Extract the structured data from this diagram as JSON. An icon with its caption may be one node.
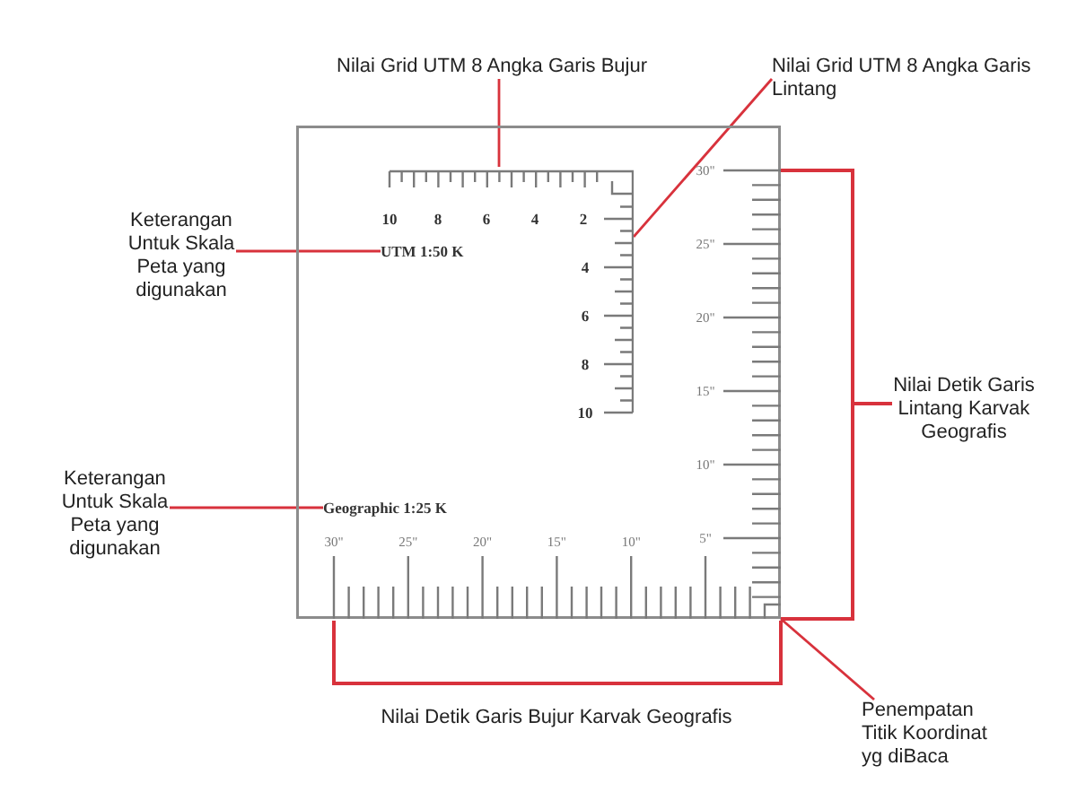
{
  "diagram": {
    "nodes": [
      {
        "text": [
          "Nilai Grid UTM 8 Angka Garis Bujur"
        ]
      },
      {
        "text": [
          "Nilai Grid UTM 8 Angka Garis Lintang"
        ]
      },
      {
        "text": [],
        "shape": "box"
      },
      {
        "text": [
          "10",
          "8",
          "6",
          "4",
          "2"
        ],
        "in": 2
      },
      {
        "text": [
          "4",
          "6",
          "8",
          "10"
        ],
        "in": 2
      },
      {
        "text": [
          "Keterangan Untuk Skala Peta yang digunakan"
        ]
      },
      {
        "text": [
          "UTM 1:50 K"
        ],
        "in": 2
      },
      {
        "text": [
          "30\"",
          "25\"",
          "20\"",
          "15\"",
          "10\"",
          "5\""
        ],
        "in": 2
      },
      {
        "text": [
          "Nilai Detik Garis Lintang Karvak Geografis"
        ]
      },
      {
        "text": [
          "Keterangan Untuk Skala Peta yang digunakan"
        ]
      },
      {
        "text": [
          "Geographic 1:25 K"
        ],
        "in": 2
      },
      {
        "text": [
          "30\"",
          "25\"",
          "20\"",
          "15\"",
          "10\""
        ],
        "in": 2
      },
      {
        "text": [
          "Penempatan Titik Koordinat yg diBaca"
        ]
      }
    ],
    "edges": [
      {
        "from": 0,
        "to": 3,
        "arrow": "none"
      },
      {
        "from": 1,
        "to": 4,
        "arrow": "none"
      },
      {
        "from": 5,
        "to": 6,
        "arrow": "none"
      },
      {
        "from": 8,
        "to": 7,
        "arrow": "none"
      },
      {
        "from": 9,
        "to": 10,
        "arrow": "none"
      },
      {
        "from": 12,
        "to": 2,
        "arrow": "none"
      }
    ],
    "labels": [
      "Nilai Detik Garis Bujur Karvak Geografis"
    ]
  }
}
